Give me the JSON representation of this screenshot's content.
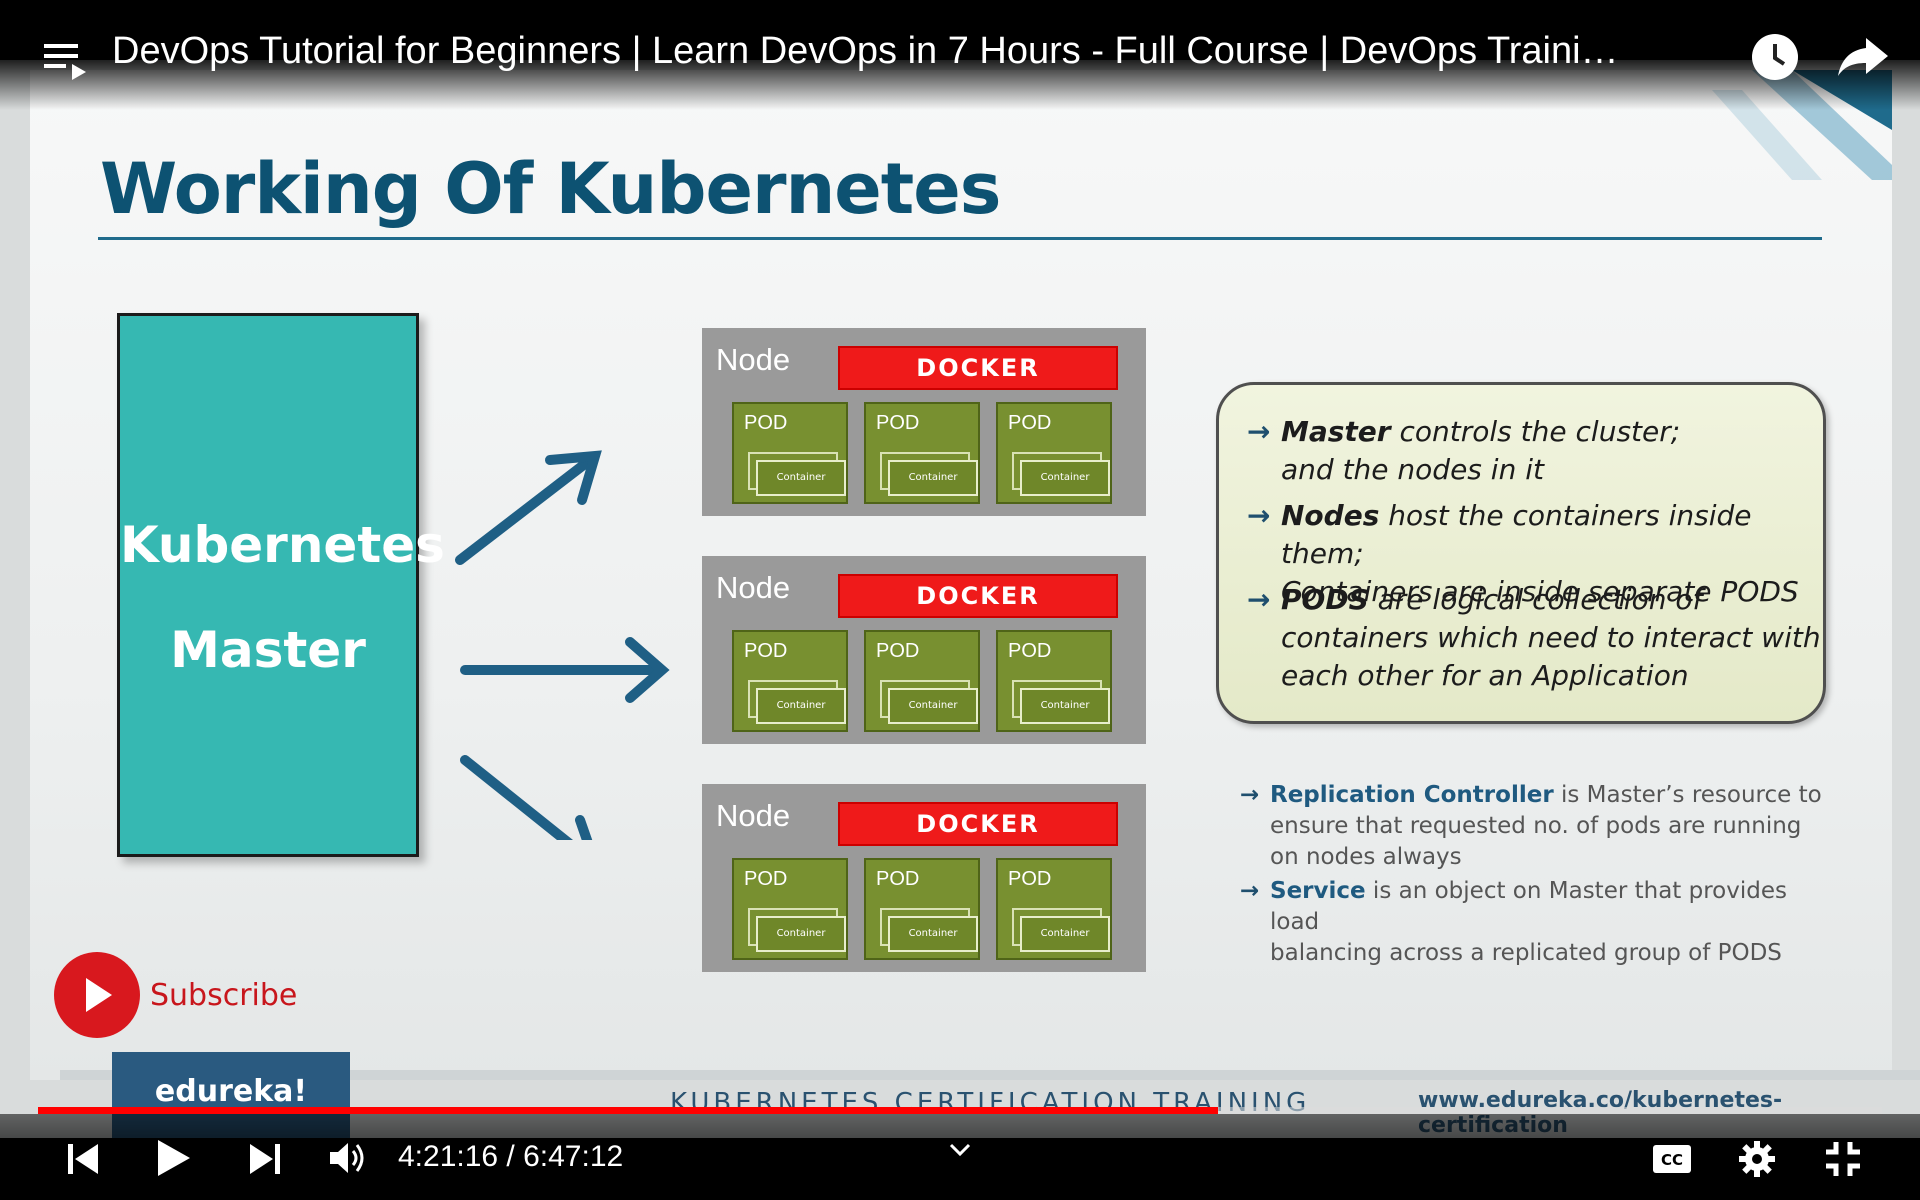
{
  "header": {
    "video_title": "DevOps Tutorial for Beginners | Learn DevOps in 7 Hours - Full Course | DevOps Traini…"
  },
  "slide": {
    "title": "Working Of Kubernetes",
    "master_line1": "Kubernetes",
    "master_line2": "Master",
    "nodes": [
      {
        "label": "Node",
        "runtime": "DOCKER",
        "pods": [
          {
            "label": "POD",
            "container": "Container"
          },
          {
            "label": "POD",
            "container": "Container"
          },
          {
            "label": "POD",
            "container": "Container"
          }
        ]
      },
      {
        "label": "Node",
        "runtime": "DOCKER",
        "pods": [
          {
            "label": "POD",
            "container": "Container"
          },
          {
            "label": "POD",
            "container": "Container"
          },
          {
            "label": "POD",
            "container": "Container"
          }
        ]
      },
      {
        "label": "Node",
        "runtime": "DOCKER",
        "pods": [
          {
            "label": "POD",
            "container": "Container"
          },
          {
            "label": "POD",
            "container": "Container"
          },
          {
            "label": "POD",
            "container": "Container"
          }
        ]
      }
    ],
    "info_points": [
      {
        "bold": "Master",
        "line1": " controls the cluster;",
        "line2": "and the nodes in it"
      },
      {
        "bold": "Nodes",
        "line1": " host the containers inside them;",
        "line2": "Containers are inside separate PODS"
      },
      {
        "bold": "PODS",
        "line1": " are logical collection of",
        "line2": "containers which need to interact with",
        "line3": "each other for an Application"
      }
    ],
    "notes": [
      {
        "bold": "Replication Controller",
        "line1": " is Master’s resource to",
        "line2": "ensure that requested no. of pods are running",
        "line3": "on nodes always"
      },
      {
        "bold": "Service",
        "line1": " is an object on Master that provides load",
        "line2": "balancing across a replicated group of PODS"
      }
    ],
    "subscribe": "Subscribe",
    "brand": "edureka!",
    "course": "KUBERNETES CERTIFICATION TRAINING",
    "url": "www.edureka.co/kubernetes-certification"
  },
  "player": {
    "time": "4:21:16 / 6:47:12",
    "progress": 0.64
  },
  "colors": {
    "accent": "#ff0000",
    "title": "#0d5272",
    "master": "#36b8b2",
    "docker": "#ef1a1a",
    "pod": "#789030"
  }
}
